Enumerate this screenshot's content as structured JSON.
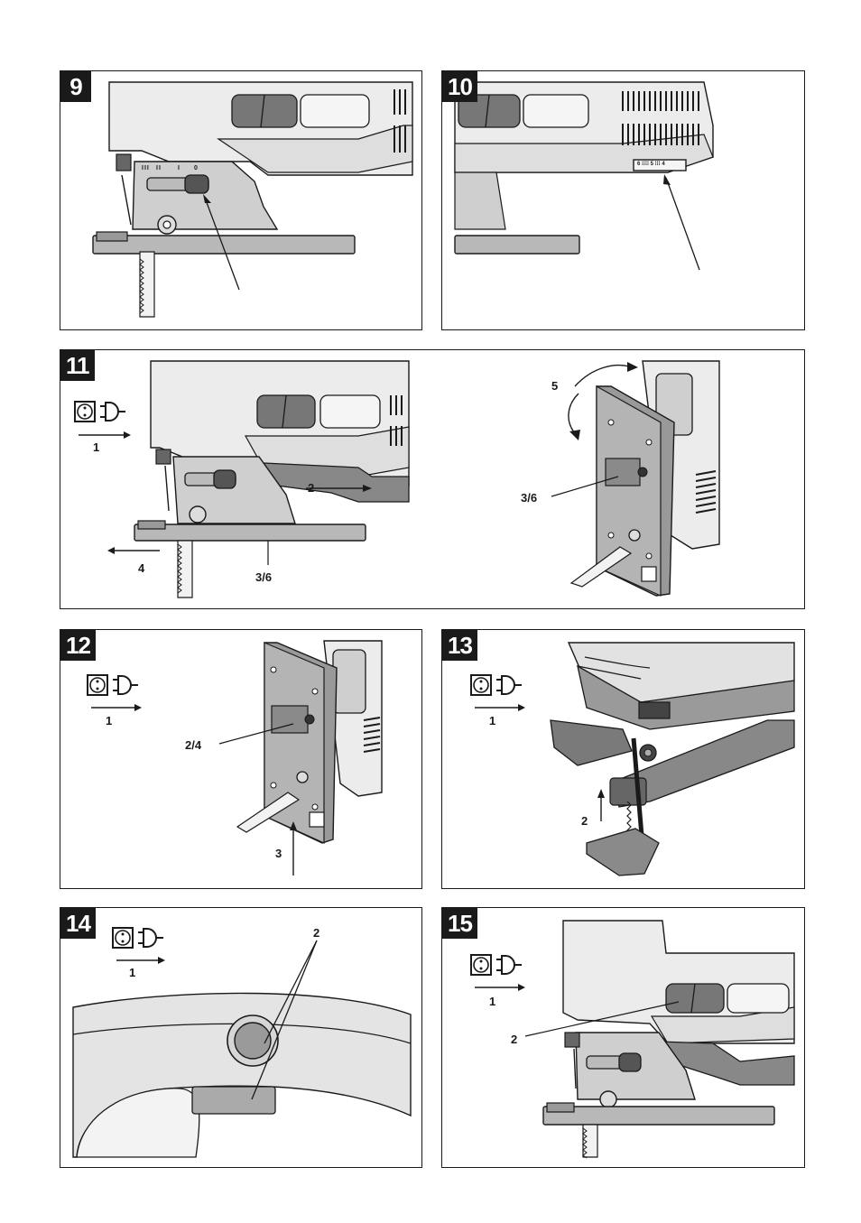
{
  "panels": [
    {
      "number": "9",
      "labels": {
        "scale_marks": [
          "III",
          "II",
          "I",
          "0"
        ]
      }
    },
    {
      "number": "10",
      "labels": {
        "speed_scale": "6 ⁞⁞⁞⁞ 5 ⁞⁞⁞ 4"
      }
    },
    {
      "number": "11",
      "labels": {
        "step1": "1",
        "step2": "2",
        "step4": "4",
        "part36a": "3/6",
        "step5": "5",
        "part36b": "3/6"
      }
    },
    {
      "number": "12",
      "labels": {
        "step1": "1",
        "part24": "2/4",
        "step3": "3"
      }
    },
    {
      "number": "13",
      "labels": {
        "step1": "1",
        "step2": "2"
      }
    },
    {
      "number": "14",
      "labels": {
        "step1": "1",
        "part2": "2"
      }
    },
    {
      "number": "15",
      "labels": {
        "step1": "1",
        "part2": "2"
      }
    }
  ],
  "icons": [
    "plug-socket-icon"
  ],
  "colors": {
    "line": "#1a1a1a",
    "body": "#e9e9e9",
    "dark": "#707070",
    "mid": "#a8a8a8"
  }
}
